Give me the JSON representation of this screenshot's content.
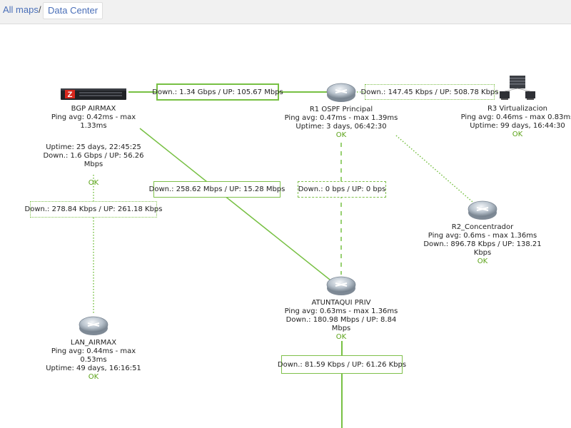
{
  "breadcrumb": {
    "root": "All maps",
    "separator": "/",
    "current": "Data Center"
  },
  "colors": {
    "link_green": "#77c043",
    "ok_green": "#5aa216",
    "breadcrumb_blue": "#4a6fb8"
  },
  "link_labels": {
    "bgp_r1": "Down.: 1.34 Gbps / UP: 105.67 Mbps",
    "r1_r3": "Down.: 147.45 Kbps / UP: 508.78 Kbps",
    "bgp_atuntaqui": "Down.: 258.62 Mbps / UP: 15.28 Mbps",
    "r1_atuntaqui": "Down.: 0 bps / UP: 0 bps",
    "bgp_lan": "Down.: 278.84 Kbps / UP: 261.18 Kbps",
    "atuntaqui_down": "Down.: 81.59 Kbps / UP: 61.26 Kbps"
  },
  "nodes": {
    "bgp": {
      "name": "BGP AIRMAX",
      "icon": "server-z-icon",
      "ping": "Ping avg: 0.42ms - max 1.33ms",
      "uptime": "Uptime: 25 days, 22:45:25",
      "traffic": "Down.: 1.6 Gbps / UP: 56.26 Mbps",
      "status": "OK"
    },
    "r1": {
      "name": "R1 OSPF Principal",
      "icon": "router-icon",
      "ping": "Ping avg: 0.47ms - max 1.39ms",
      "uptime": "Uptime: 3 days, 06:42:30",
      "status": "OK"
    },
    "r3": {
      "name": "R3 Virtualizacion",
      "icon": "server-cluster-icon",
      "ping": "Ping avg: 0.46ms - max 0.83ms",
      "uptime": "Uptime: 99 days, 16:44:30",
      "status": "OK"
    },
    "r2": {
      "name": "R2_Concentrador",
      "icon": "router-icon",
      "ping": "Ping avg: 0.6ms - max 1.36ms",
      "traffic": "Down.: 896.78 Kbps / UP: 138.21 Kbps",
      "status": "OK"
    },
    "atuntaqui": {
      "name": "ATUNTAQUI PRIV",
      "icon": "router-icon",
      "ping": "Ping avg: 0.63ms - max 1.36ms",
      "traffic": "Down.: 180.98 Mbps / UP: 8.84 Mbps",
      "status": "OK"
    },
    "lan": {
      "name": "LAN_AIRMAX",
      "icon": "router-icon",
      "ping": "Ping avg: 0.44ms - max 0.53ms",
      "uptime": "Uptime: 49 days, 16:16:51",
      "status": "OK"
    }
  }
}
